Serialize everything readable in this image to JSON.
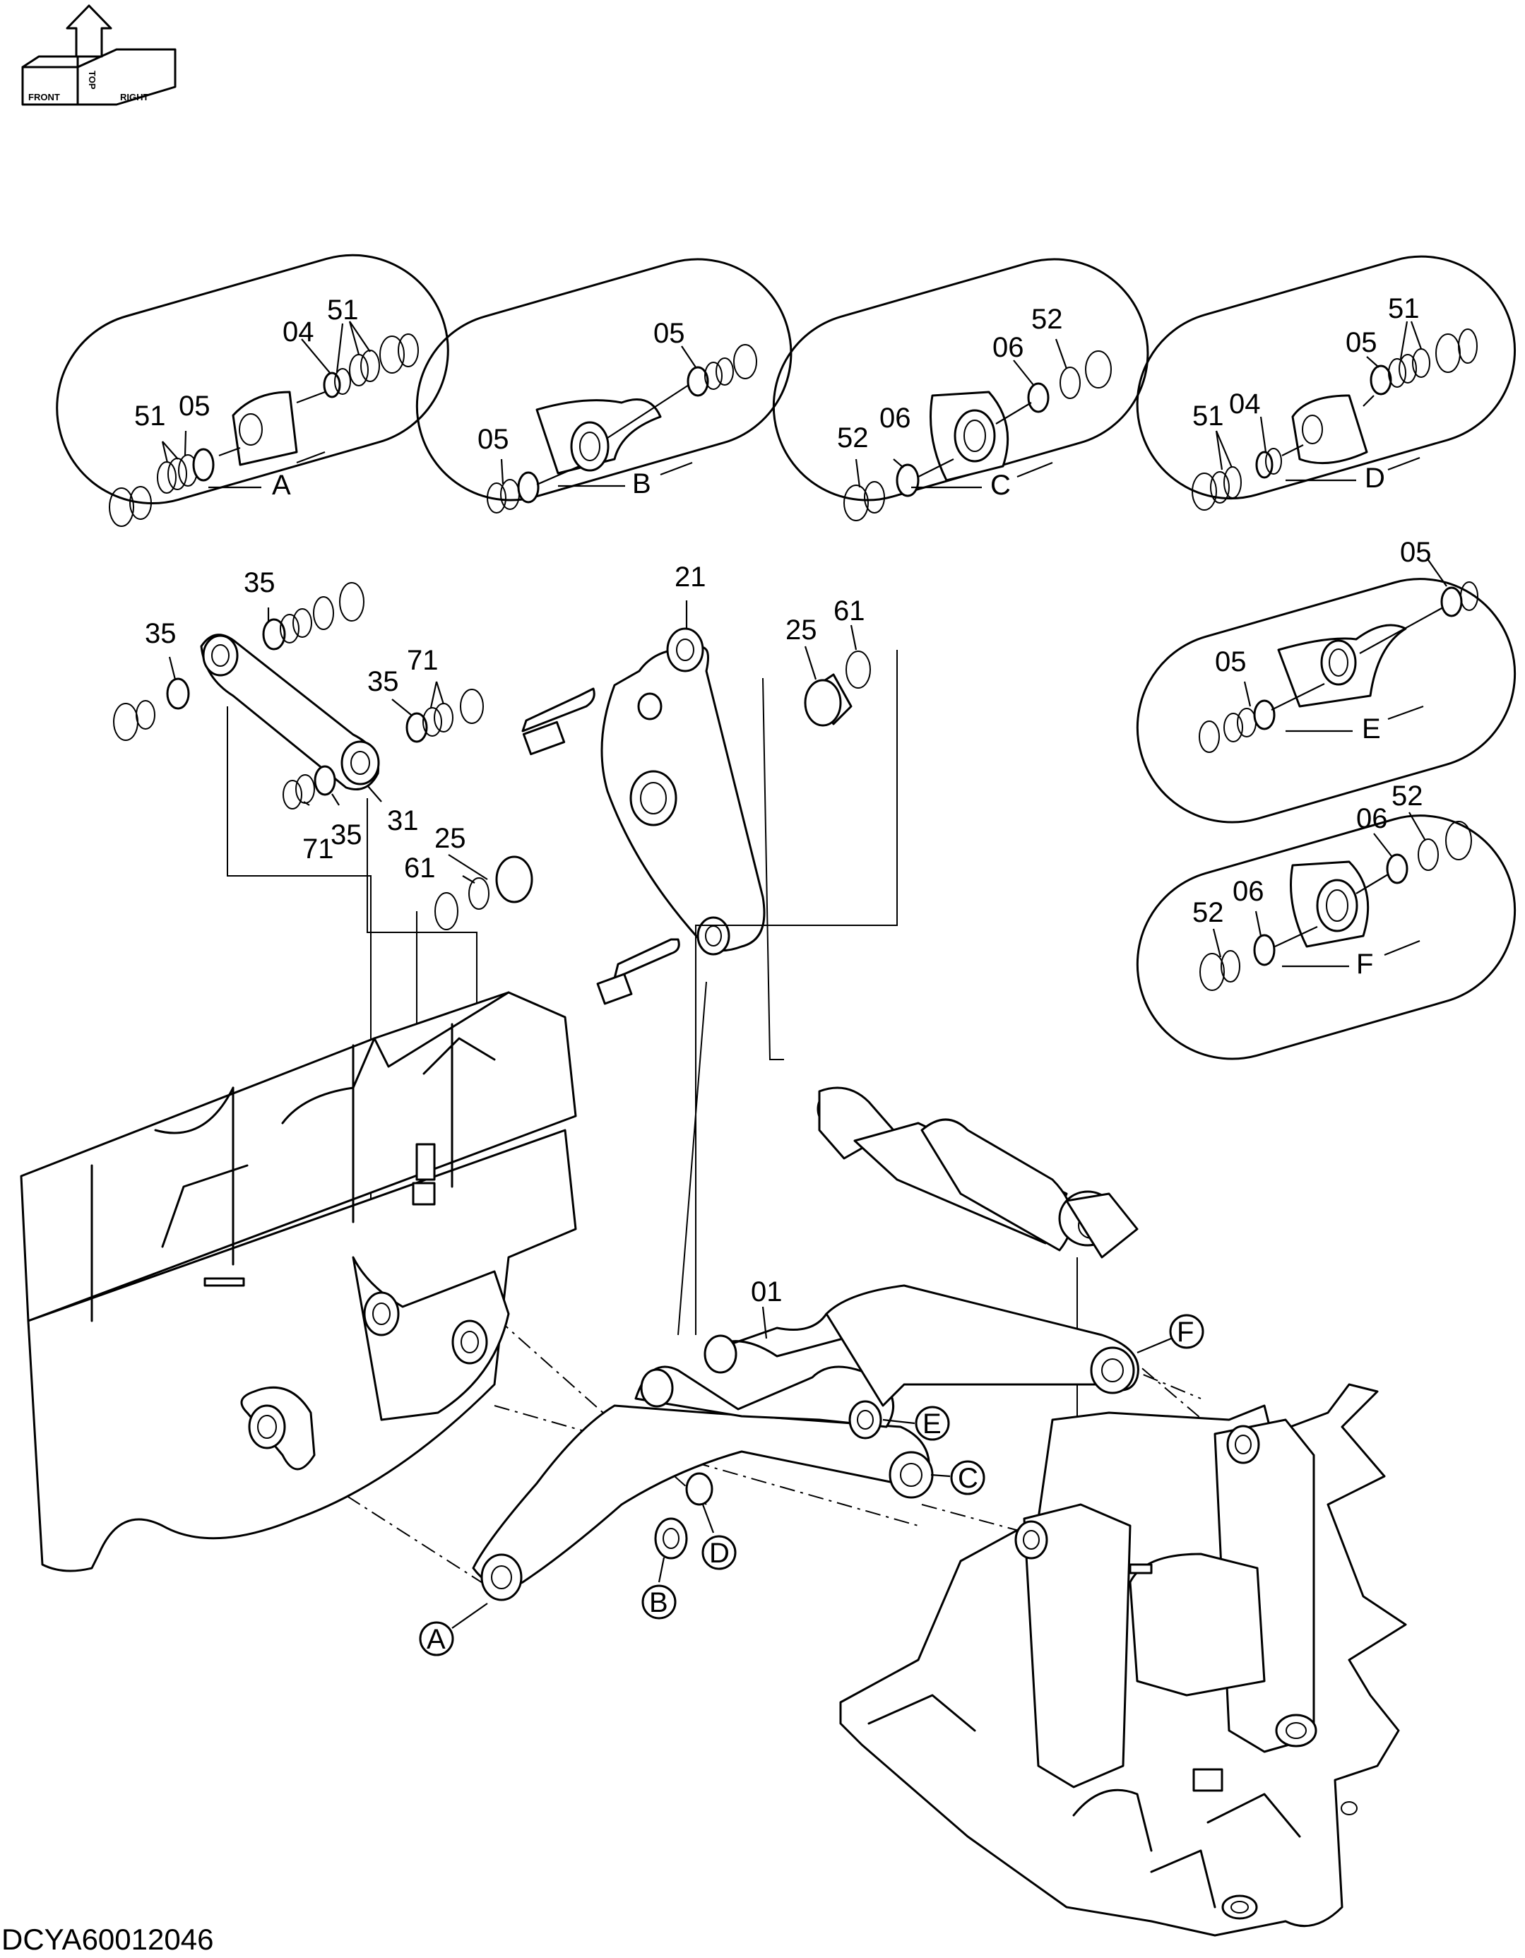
{
  "orientation": {
    "front": "FRONT",
    "top": "TOP",
    "right": "RIGHT"
  },
  "drawing_code": "DCYA60012046",
  "details": [
    {
      "letter": "A",
      "labels": [
        "51",
        "05",
        "04",
        "51"
      ]
    },
    {
      "letter": "B",
      "labels": [
        "05",
        "05"
      ]
    },
    {
      "letter": "C",
      "labels": [
        "52",
        "06",
        "06",
        "52"
      ]
    },
    {
      "letter": "D",
      "labels": [
        "51",
        "04",
        "05",
        "51"
      ]
    },
    {
      "letter": "E",
      "labels": [
        "05",
        "05"
      ]
    },
    {
      "letter": "F",
      "labels": [
        "52",
        "06",
        "06",
        "52"
      ]
    }
  ],
  "part_callouts": [
    "35",
    "35",
    "35",
    "71",
    "35",
    "71",
    "31",
    "21",
    "25",
    "61",
    "25",
    "61",
    "01"
  ],
  "pin_markers": [
    "A",
    "B",
    "C",
    "D",
    "E",
    "F"
  ]
}
